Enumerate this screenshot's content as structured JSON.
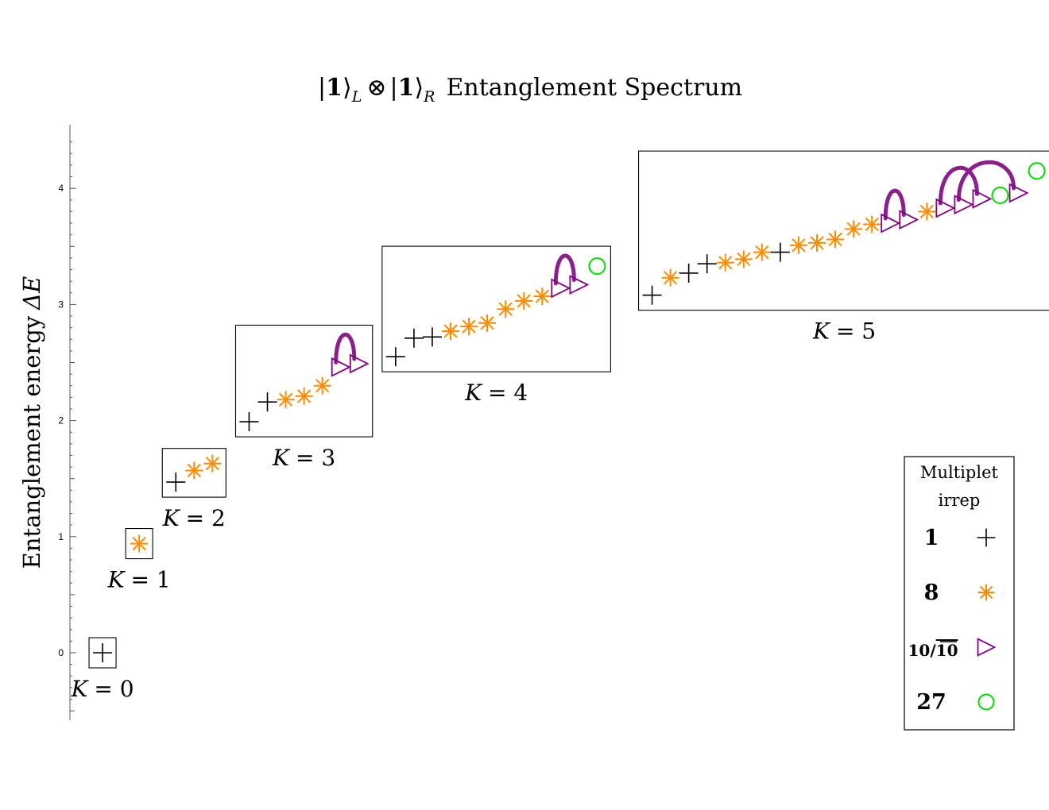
{
  "chart_data": {
    "type": "scatter",
    "title": {
      "ket_symbol": "1",
      "sub_left": "L",
      "sub_right": "R",
      "otimes": "⊗",
      "text": "Entanglement Spectrum"
    },
    "ylabel_text": "Entanglement energy",
    "ylabel_symbol": "ΔE",
    "xlabel": "",
    "ylim": [
      -0.58,
      4.5
    ],
    "yticks": [
      0,
      1,
      2,
      3,
      4
    ],
    "grid": false,
    "legend": {
      "title_line1": "Multiplet",
      "title_line2": "irrep",
      "position": "bottom-right",
      "entries": [
        {
          "label": "1",
          "marker": "plus",
          "color": "#000000"
        },
        {
          "label": "8",
          "marker": "star",
          "color": "#ff8c00"
        },
        {
          "label_left": "10",
          "label_right": "10",
          "separator": "/",
          "marker": "triangle",
          "color": "#800080"
        },
        {
          "label": "27",
          "marker": "circle",
          "color": "#00dd00"
        }
      ]
    },
    "colors": {
      "plus": "#000000",
      "star": "#ff8c00",
      "triangle": "#800080",
      "circle": "#00dd00",
      "arc": "#8b1f8b"
    },
    "sectors": [
      {
        "K": 0,
        "label_K": "K",
        "label_eq": "= 0",
        "points": [
          {
            "x": 1.0,
            "y": 0.0,
            "m": "plus"
          }
        ],
        "arcs": []
      },
      {
        "K": 1,
        "label_K": "K",
        "label_eq": "= 1",
        "points": [
          {
            "x": 2.0,
            "y": 0.94,
            "m": "star"
          }
        ],
        "arcs": []
      },
      {
        "K": 2,
        "label_K": "K",
        "label_eq": "= 2",
        "points": [
          {
            "x": 3.0,
            "y": 1.47,
            "m": "plus"
          },
          {
            "x": 3.5,
            "y": 1.57,
            "m": "star"
          },
          {
            "x": 4.0,
            "y": 1.63,
            "m": "star"
          }
        ],
        "arcs": []
      },
      {
        "K": 3,
        "label_K": "K",
        "label_eq": "= 3",
        "points": [
          {
            "x": 5.0,
            "y": 1.99,
            "m": "plus"
          },
          {
            "x": 5.5,
            "y": 2.16,
            "m": "plus"
          },
          {
            "x": 6.0,
            "y": 2.18,
            "m": "star"
          },
          {
            "x": 6.5,
            "y": 2.21,
            "m": "star"
          },
          {
            "x": 7.0,
            "y": 2.3,
            "m": "star"
          },
          {
            "x": 7.5,
            "y": 2.46,
            "m": "triangle"
          },
          {
            "x": 8.0,
            "y": 2.49,
            "m": "triangle"
          }
        ],
        "arcs": [
          [
            5,
            6,
            0.27
          ]
        ]
      },
      {
        "K": 4,
        "label_K": "K",
        "label_eq": "= 4",
        "points": [
          {
            "x": 9.0,
            "y": 2.55,
            "m": "plus"
          },
          {
            "x": 9.5,
            "y": 2.71,
            "m": "plus"
          },
          {
            "x": 10.0,
            "y": 2.72,
            "m": "plus"
          },
          {
            "x": 10.5,
            "y": 2.77,
            "m": "star"
          },
          {
            "x": 11.0,
            "y": 2.81,
            "m": "star"
          },
          {
            "x": 11.5,
            "y": 2.84,
            "m": "star"
          },
          {
            "x": 12.0,
            "y": 2.96,
            "m": "star"
          },
          {
            "x": 12.5,
            "y": 3.03,
            "m": "star"
          },
          {
            "x": 13.0,
            "y": 3.07,
            "m": "star"
          },
          {
            "x": 13.5,
            "y": 3.14,
            "m": "triangle"
          },
          {
            "x": 14.0,
            "y": 3.17,
            "m": "triangle"
          },
          {
            "x": 14.5,
            "y": 3.33,
            "m": "circle"
          }
        ],
        "arcs": [
          [
            9,
            10,
            0.27
          ]
        ]
      },
      {
        "K": 5,
        "label_K": "K",
        "label_eq": "= 5",
        "points": [
          {
            "x": 16.0,
            "y": 3.08,
            "m": "plus"
          },
          {
            "x": 16.5,
            "y": 3.23,
            "m": "star"
          },
          {
            "x": 17.0,
            "y": 3.27,
            "m": "plus"
          },
          {
            "x": 17.5,
            "y": 3.35,
            "m": "plus"
          },
          {
            "x": 18.0,
            "y": 3.36,
            "m": "star"
          },
          {
            "x": 18.5,
            "y": 3.39,
            "m": "star"
          },
          {
            "x": 19.0,
            "y": 3.45,
            "m": "star"
          },
          {
            "x": 19.5,
            "y": 3.45,
            "m": "plus"
          },
          {
            "x": 20.0,
            "y": 3.51,
            "m": "star"
          },
          {
            "x": 20.5,
            "y": 3.53,
            "m": "star"
          },
          {
            "x": 21.0,
            "y": 3.56,
            "m": "star"
          },
          {
            "x": 21.5,
            "y": 3.65,
            "m": "star"
          },
          {
            "x": 22.0,
            "y": 3.69,
            "m": "star"
          },
          {
            "x": 22.5,
            "y": 3.7,
            "m": "triangle"
          },
          {
            "x": 23.0,
            "y": 3.73,
            "m": "triangle"
          },
          {
            "x": 23.5,
            "y": 3.8,
            "m": "star"
          },
          {
            "x": 24.0,
            "y": 3.83,
            "m": "triangle"
          },
          {
            "x": 24.5,
            "y": 3.86,
            "m": "triangle"
          },
          {
            "x": 25.0,
            "y": 3.91,
            "m": "triangle"
          },
          {
            "x": 25.5,
            "y": 3.94,
            "m": "circle"
          },
          {
            "x": 26.0,
            "y": 3.96,
            "m": "triangle"
          },
          {
            "x": 26.5,
            "y": 4.15,
            "m": "circle"
          }
        ],
        "arcs": [
          [
            13,
            14,
            0.27
          ],
          [
            16,
            18,
            0.3
          ],
          [
            17,
            20,
            0.3
          ]
        ]
      }
    ]
  }
}
